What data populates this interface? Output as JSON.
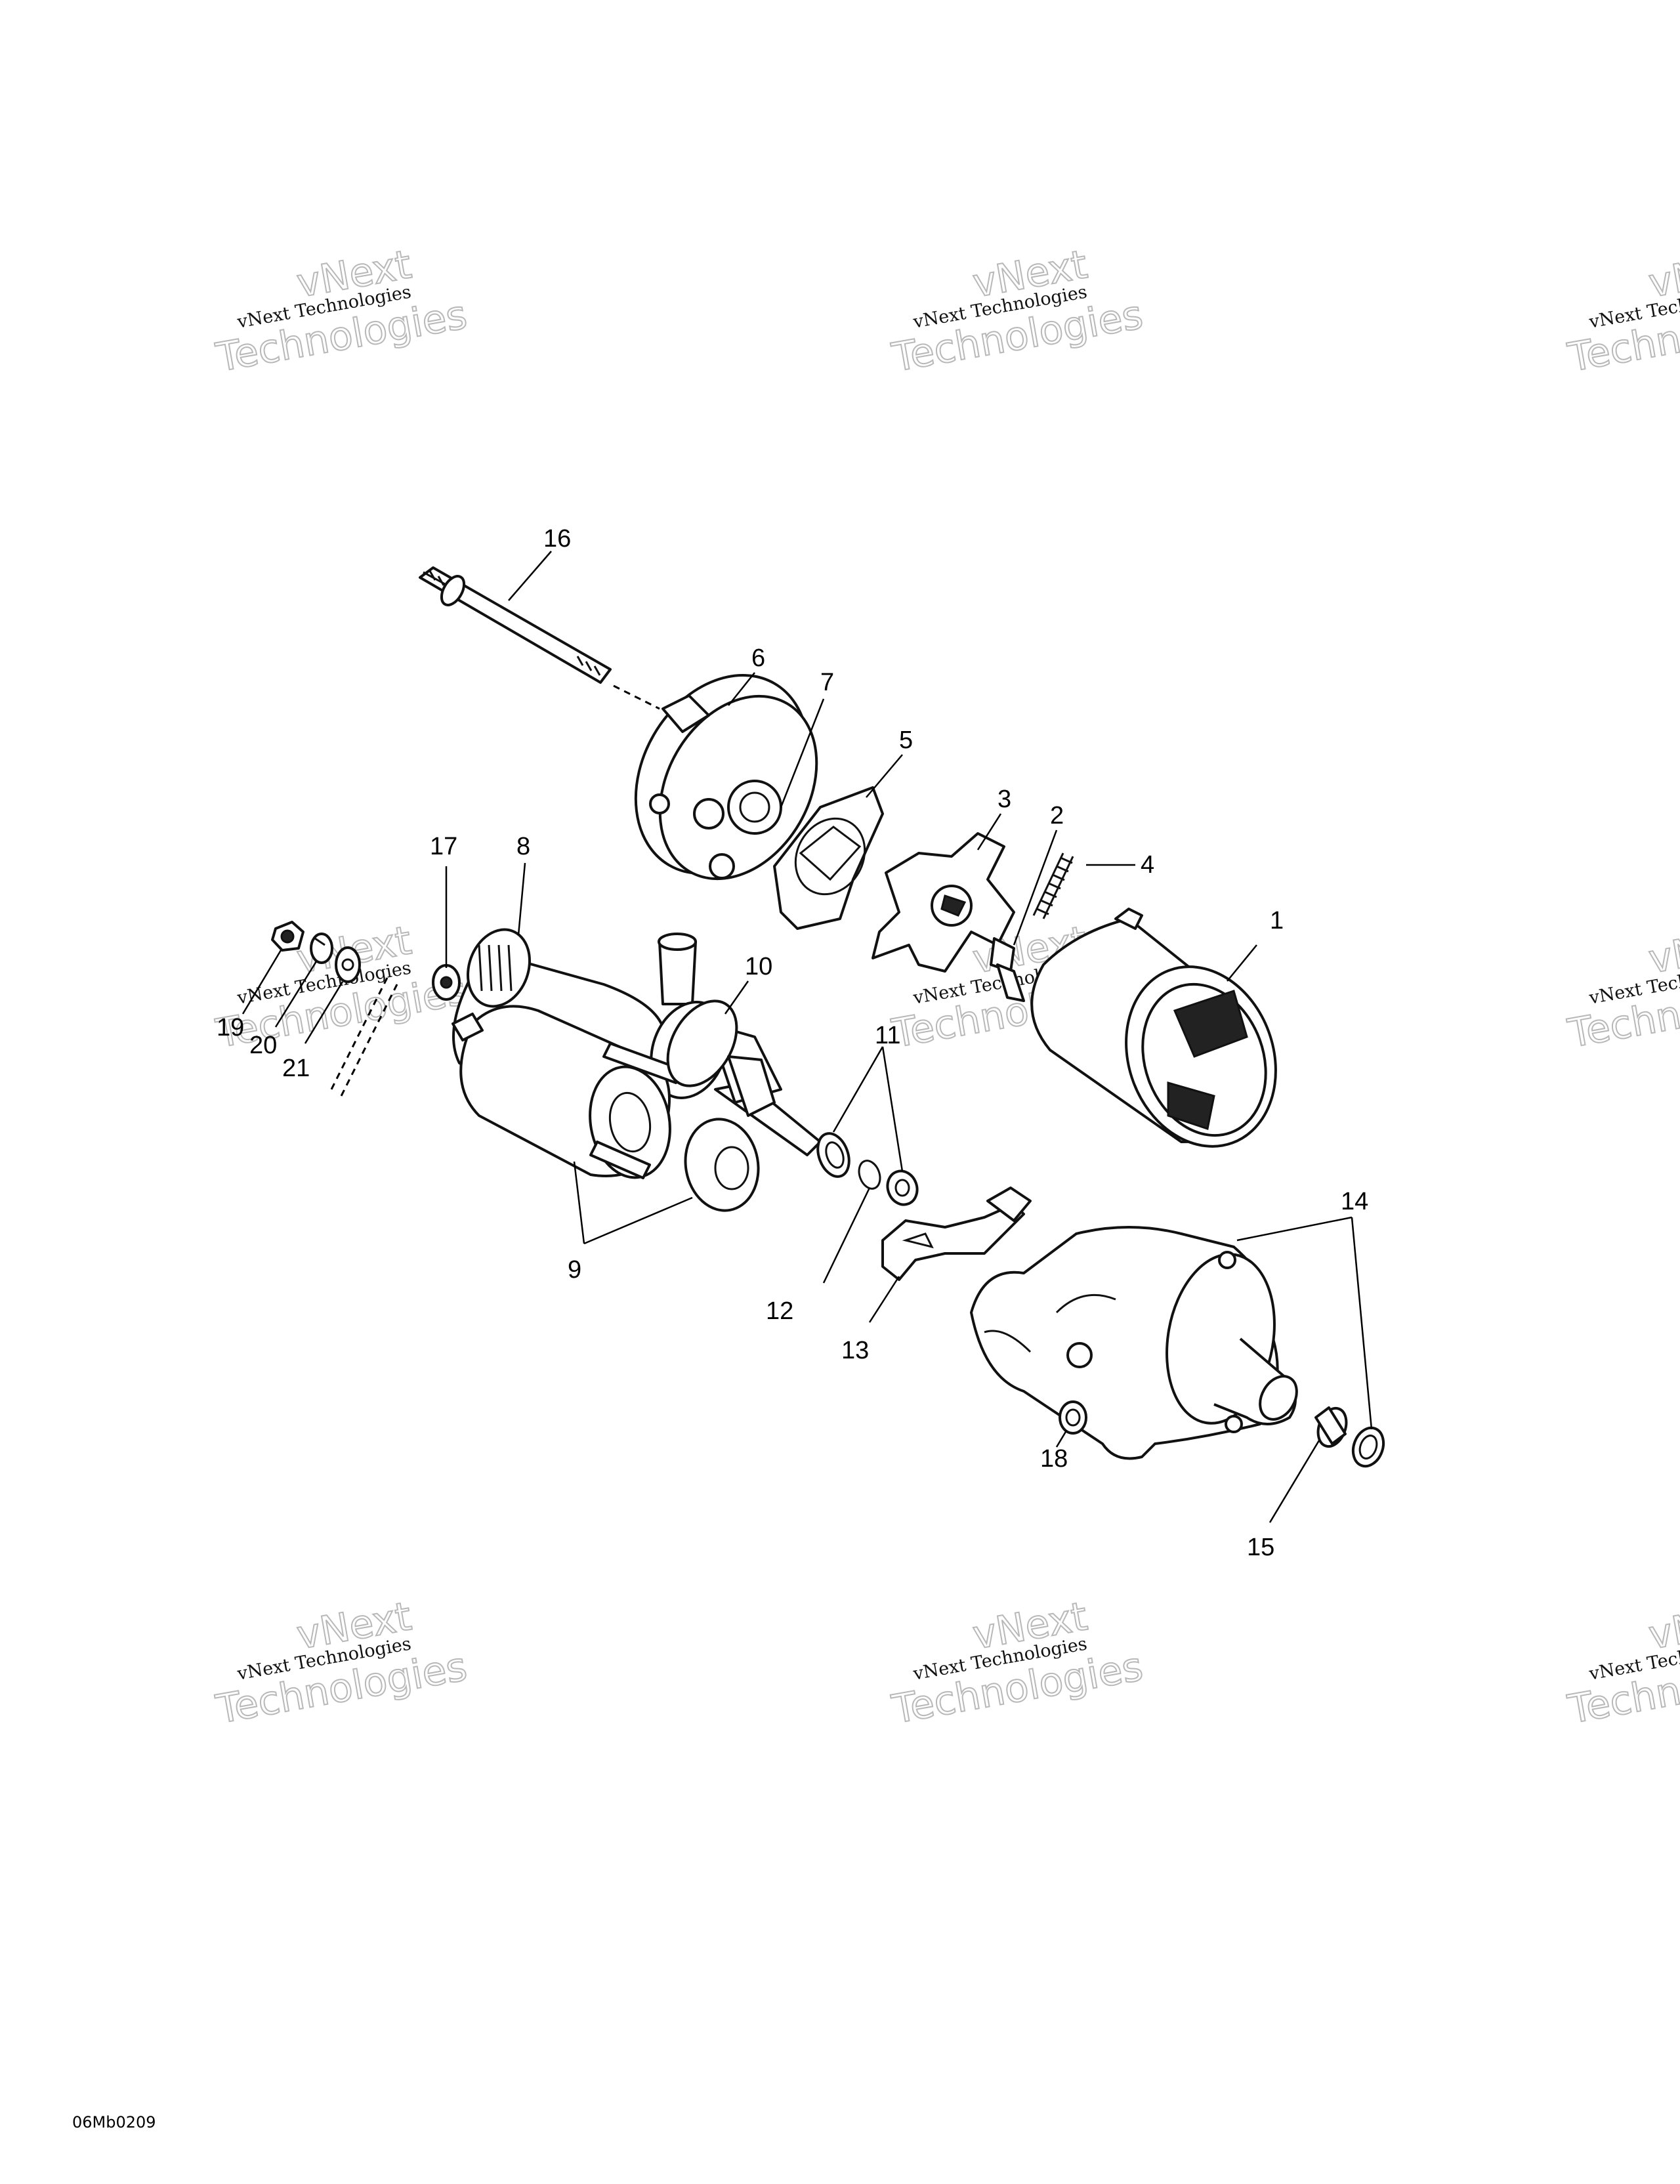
{
  "drawing_code": "06Mb0209",
  "watermark": {
    "line1": "vNext",
    "line2": "vNext Technologies",
    "line3": "Technologies"
  },
  "callouts": [
    "1",
    "2",
    "3",
    "4",
    "5",
    "6",
    "7",
    "8",
    "9",
    "10",
    "11",
    "12",
    "13",
    "14",
    "15",
    "16",
    "17",
    "18",
    "19",
    "20",
    "21"
  ]
}
